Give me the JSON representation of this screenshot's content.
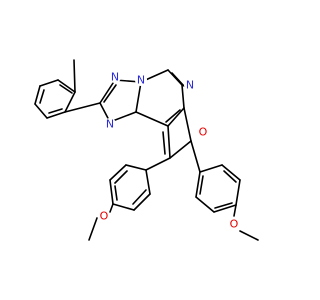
{
  "colors": {
    "bond": "#000000",
    "nitrogen": "#2b2bd9",
    "oxygen": "#e60000",
    "background": "#ffffff"
  },
  "atoms": {
    "n_triazole_top": "N",
    "n_bridge": "N",
    "n_triazole_left": "N",
    "n_pyrimidine": "N",
    "o_furan": "O",
    "o_methoxy_left": "O",
    "o_methoxy_right": "O"
  }
}
